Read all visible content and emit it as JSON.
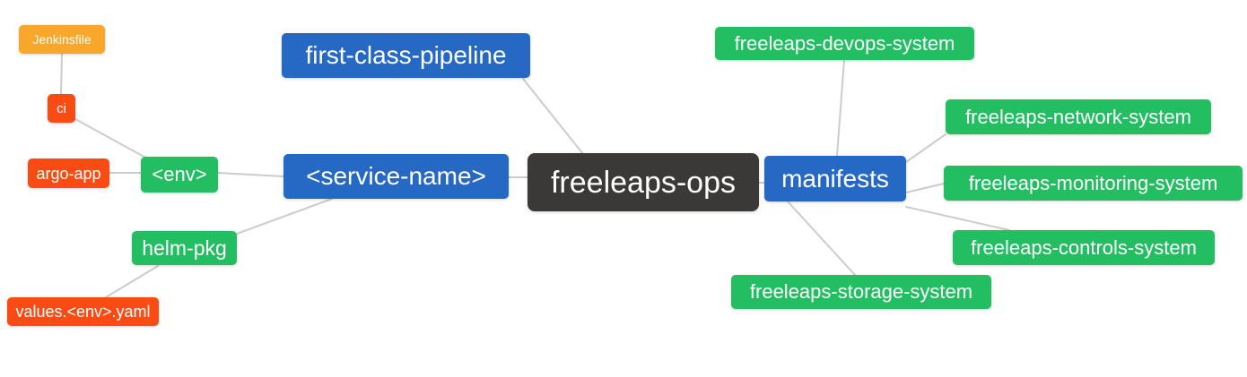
{
  "diagram": {
    "type": "mindmap",
    "root": "freeleaps_ops"
  },
  "nodes": {
    "jenkinsfile": {
      "label": "Jenkinsfile",
      "color": "#F9A72B"
    },
    "ci": {
      "label": "ci",
      "color": "#F94B13"
    },
    "argo_app": {
      "label": "argo-app",
      "color": "#F94B13"
    },
    "env": {
      "label": "<env>",
      "color": "#23BE62"
    },
    "helm_pkg": {
      "label": "helm-pkg",
      "color": "#23BE62"
    },
    "values_env_yaml": {
      "label": "values.<env>.yaml",
      "color": "#F94B13"
    },
    "first_class_pipeline": {
      "label": "first-class-pipeline",
      "color": "#2569C4"
    },
    "service_name": {
      "label": "<service-name>",
      "color": "#2569C4"
    },
    "freeleaps_ops": {
      "label": "freeleaps-ops",
      "color": "#3B3838"
    },
    "manifests": {
      "label": "manifests",
      "color": "#2569C4"
    },
    "devops_system": {
      "label": "freeleaps-devops-system",
      "color": "#23BE62"
    },
    "network_system": {
      "label": "freeleaps-network-system",
      "color": "#23BE62"
    },
    "monitoring_system": {
      "label": "freeleaps-monitoring-system",
      "color": "#23BE62"
    },
    "controls_system": {
      "label": "freeleaps-controls-system",
      "color": "#23BE62"
    },
    "storage_system": {
      "label": "freeleaps-storage-system",
      "color": "#23BE62"
    }
  },
  "edges": [
    {
      "from": "jenkinsfile",
      "to": "ci"
    },
    {
      "from": "ci",
      "to": "env"
    },
    {
      "from": "argo_app",
      "to": "env"
    },
    {
      "from": "env",
      "to": "service_name"
    },
    {
      "from": "helm_pkg",
      "to": "service_name"
    },
    {
      "from": "values_env_yaml",
      "to": "helm_pkg"
    },
    {
      "from": "first_class_pipeline",
      "to": "freeleaps_ops"
    },
    {
      "from": "service_name",
      "to": "freeleaps_ops"
    },
    {
      "from": "freeleaps_ops",
      "to": "manifests"
    },
    {
      "from": "manifests",
      "to": "devops_system"
    },
    {
      "from": "manifests",
      "to": "network_system"
    },
    {
      "from": "manifests",
      "to": "monitoring_system"
    },
    {
      "from": "manifests",
      "to": "controls_system"
    },
    {
      "from": "manifests",
      "to": "storage_system"
    }
  ],
  "palette": {
    "leaf_orange": "#F9A72B",
    "leaf_red": "#F94B13",
    "branch_green": "#23BE62",
    "branch_blue": "#2569C4",
    "root_dark": "#3B3838",
    "edge_line": "#CCCCCC",
    "node_text": "#FFFFFF",
    "background": "#FFFFFF"
  }
}
